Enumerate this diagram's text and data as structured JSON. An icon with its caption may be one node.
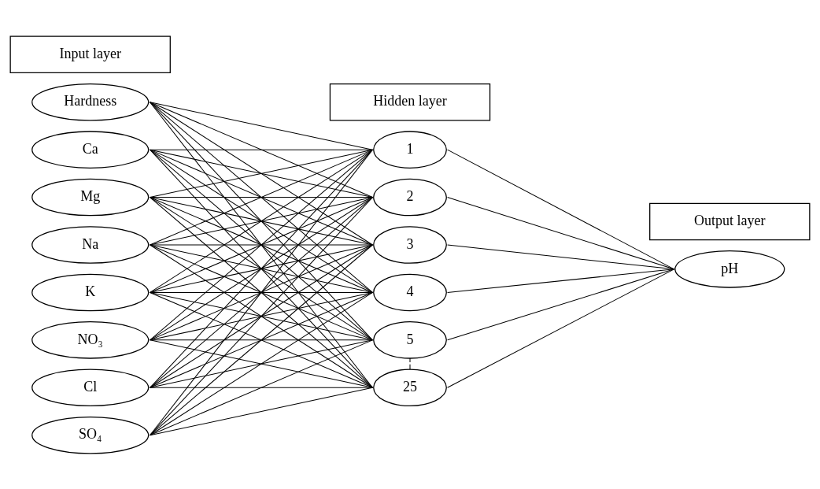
{
  "diagram": {
    "nodes": [
      {
        "text": [
          "Input layer"
        ]
      },
      {
        "text": [
          "Hidden layer"
        ]
      },
      {
        "text": [
          "Output layer"
        ]
      },
      {
        "text": [
          "Hardness"
        ]
      },
      {
        "text": [
          "Ca"
        ]
      },
      {
        "text": [
          "Mg"
        ]
      },
      {
        "text": [
          "Na"
        ]
      },
      {
        "text": [
          "K"
        ]
      },
      {
        "text": [
          "NO₃"
        ]
      },
      {
        "text": [
          "Cl"
        ]
      },
      {
        "text": [
          "SO₄"
        ]
      },
      {
        "text": [
          "1"
        ]
      },
      {
        "text": [
          "2"
        ]
      },
      {
        "text": [
          "3"
        ]
      },
      {
        "text": [
          "4"
        ]
      },
      {
        "text": [
          "5"
        ]
      },
      {
        "text": [
          "25"
        ]
      },
      {
        "text": [
          "pH"
        ]
      }
    ],
    "edges": [
      {
        "from": 3,
        "to": 11,
        "arrow": "none"
      },
      {
        "from": 3,
        "to": 12,
        "arrow": "none"
      },
      {
        "from": 3,
        "to": 13,
        "arrow": "none"
      },
      {
        "from": 3,
        "to": 14,
        "arrow": "none"
      },
      {
        "from": 3,
        "to": 15,
        "arrow": "none"
      },
      {
        "from": 3,
        "to": 16,
        "arrow": "none"
      },
      {
        "from": 4,
        "to": 11,
        "arrow": "none"
      },
      {
        "from": 4,
        "to": 12,
        "arrow": "none"
      },
      {
        "from": 4,
        "to": 13,
        "arrow": "none"
      },
      {
        "from": 4,
        "to": 14,
        "arrow": "none"
      },
      {
        "from": 4,
        "to": 15,
        "arrow": "none"
      },
      {
        "from": 4,
        "to": 16,
        "arrow": "none"
      },
      {
        "from": 5,
        "to": 11,
        "arrow": "none"
      },
      {
        "from": 5,
        "to": 12,
        "arrow": "none"
      },
      {
        "from": 5,
        "to": 13,
        "arrow": "none"
      },
      {
        "from": 5,
        "to": 14,
        "arrow": "none"
      },
      {
        "from": 5,
        "to": 15,
        "arrow": "none"
      },
      {
        "from": 5,
        "to": 16,
        "arrow": "none"
      },
      {
        "from": 6,
        "to": 11,
        "arrow": "none"
      },
      {
        "from": 6,
        "to": 12,
        "arrow": "none"
      },
      {
        "from": 6,
        "to": 13,
        "arrow": "none"
      },
      {
        "from": 6,
        "to": 14,
        "arrow": "none"
      },
      {
        "from": 6,
        "to": 15,
        "arrow": "none"
      },
      {
        "from": 6,
        "to": 16,
        "arrow": "none"
      },
      {
        "from": 7,
        "to": 11,
        "arrow": "none"
      },
      {
        "from": 7,
        "to": 12,
        "arrow": "none"
      },
      {
        "from": 7,
        "to": 13,
        "arrow": "none"
      },
      {
        "from": 7,
        "to": 14,
        "arrow": "none"
      },
      {
        "from": 7,
        "to": 15,
        "arrow": "none"
      },
      {
        "from": 7,
        "to": 16,
        "arrow": "none"
      },
      {
        "from": 8,
        "to": 11,
        "arrow": "none"
      },
      {
        "from": 8,
        "to": 12,
        "arrow": "none"
      },
      {
        "from": 8,
        "to": 13,
        "arrow": "none"
      },
      {
        "from": 8,
        "to": 14,
        "arrow": "none"
      },
      {
        "from": 8,
        "to": 15,
        "arrow": "none"
      },
      {
        "from": 8,
        "to": 16,
        "arrow": "none"
      },
      {
        "from": 9,
        "to": 11,
        "arrow": "none"
      },
      {
        "from": 9,
        "to": 12,
        "arrow": "none"
      },
      {
        "from": 9,
        "to": 13,
        "arrow": "none"
      },
      {
        "from": 9,
        "to": 14,
        "arrow": "none"
      },
      {
        "from": 9,
        "to": 15,
        "arrow": "none"
      },
      {
        "from": 9,
        "to": 16,
        "arrow": "none"
      },
      {
        "from": 10,
        "to": 11,
        "arrow": "none"
      },
      {
        "from": 10,
        "to": 12,
        "arrow": "none"
      },
      {
        "from": 10,
        "to": 13,
        "arrow": "none"
      },
      {
        "from": 10,
        "to": 14,
        "arrow": "none"
      },
      {
        "from": 10,
        "to": 15,
        "arrow": "none"
      },
      {
        "from": 10,
        "to": 16,
        "arrow": "none"
      },
      {
        "from": 11,
        "to": 17,
        "arrow": "none"
      },
      {
        "from": 12,
        "to": 17,
        "arrow": "none"
      },
      {
        "from": 13,
        "to": 17,
        "arrow": "none"
      },
      {
        "from": 14,
        "to": 17,
        "arrow": "none"
      },
      {
        "from": 15,
        "to": 17,
        "arrow": "none"
      },
      {
        "from": 16,
        "to": 17,
        "arrow": "none"
      },
      {
        "from": 15,
        "to": 16,
        "arrow": "none",
        "style": "dashed"
      }
    ]
  }
}
